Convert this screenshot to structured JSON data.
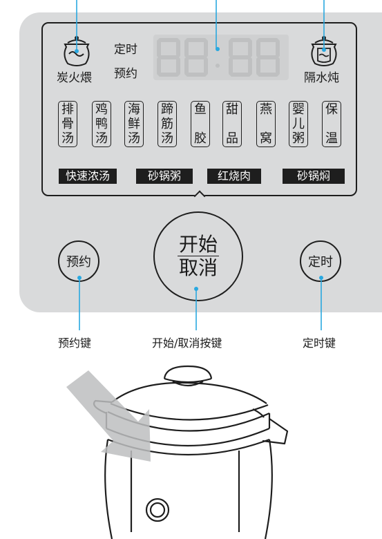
{
  "display": {
    "left_icon_label": "炭火煨",
    "timer_label": "定时",
    "preset_label": "预约",
    "right_icon_label": "隔水炖",
    "menu_items": [
      {
        "lines": [
          "排",
          "骨",
          "汤"
        ]
      },
      {
        "lines": [
          "鸡",
          "鸭",
          "汤"
        ]
      },
      {
        "lines": [
          "海",
          "鲜",
          "汤"
        ]
      },
      {
        "lines": [
          "蹄",
          "筋",
          "汤"
        ]
      },
      {
        "lines": [
          "鱼",
          "胶"
        ]
      },
      {
        "lines": [
          "甜",
          "品"
        ]
      },
      {
        "lines": [
          "燕",
          "窝"
        ]
      },
      {
        "lines": [
          "婴",
          "儿",
          "粥"
        ]
      },
      {
        "lines": [
          "保",
          "温"
        ]
      }
    ],
    "modes": [
      "快速浓汤",
      "砂锅粥",
      "红烧肉",
      "砂锅焖"
    ]
  },
  "buttons": {
    "preset": "预约",
    "start_line1": "开始",
    "start_line2": "取消",
    "timer": "定时"
  },
  "captions": {
    "preset_key": "预约键",
    "start_cancel_key": "开始/取消按键",
    "timer_key": "定时键"
  },
  "colors": {
    "panel": "#d9dadb",
    "callout_line": "#29a8e0",
    "ink": "#1e1e1e"
  }
}
